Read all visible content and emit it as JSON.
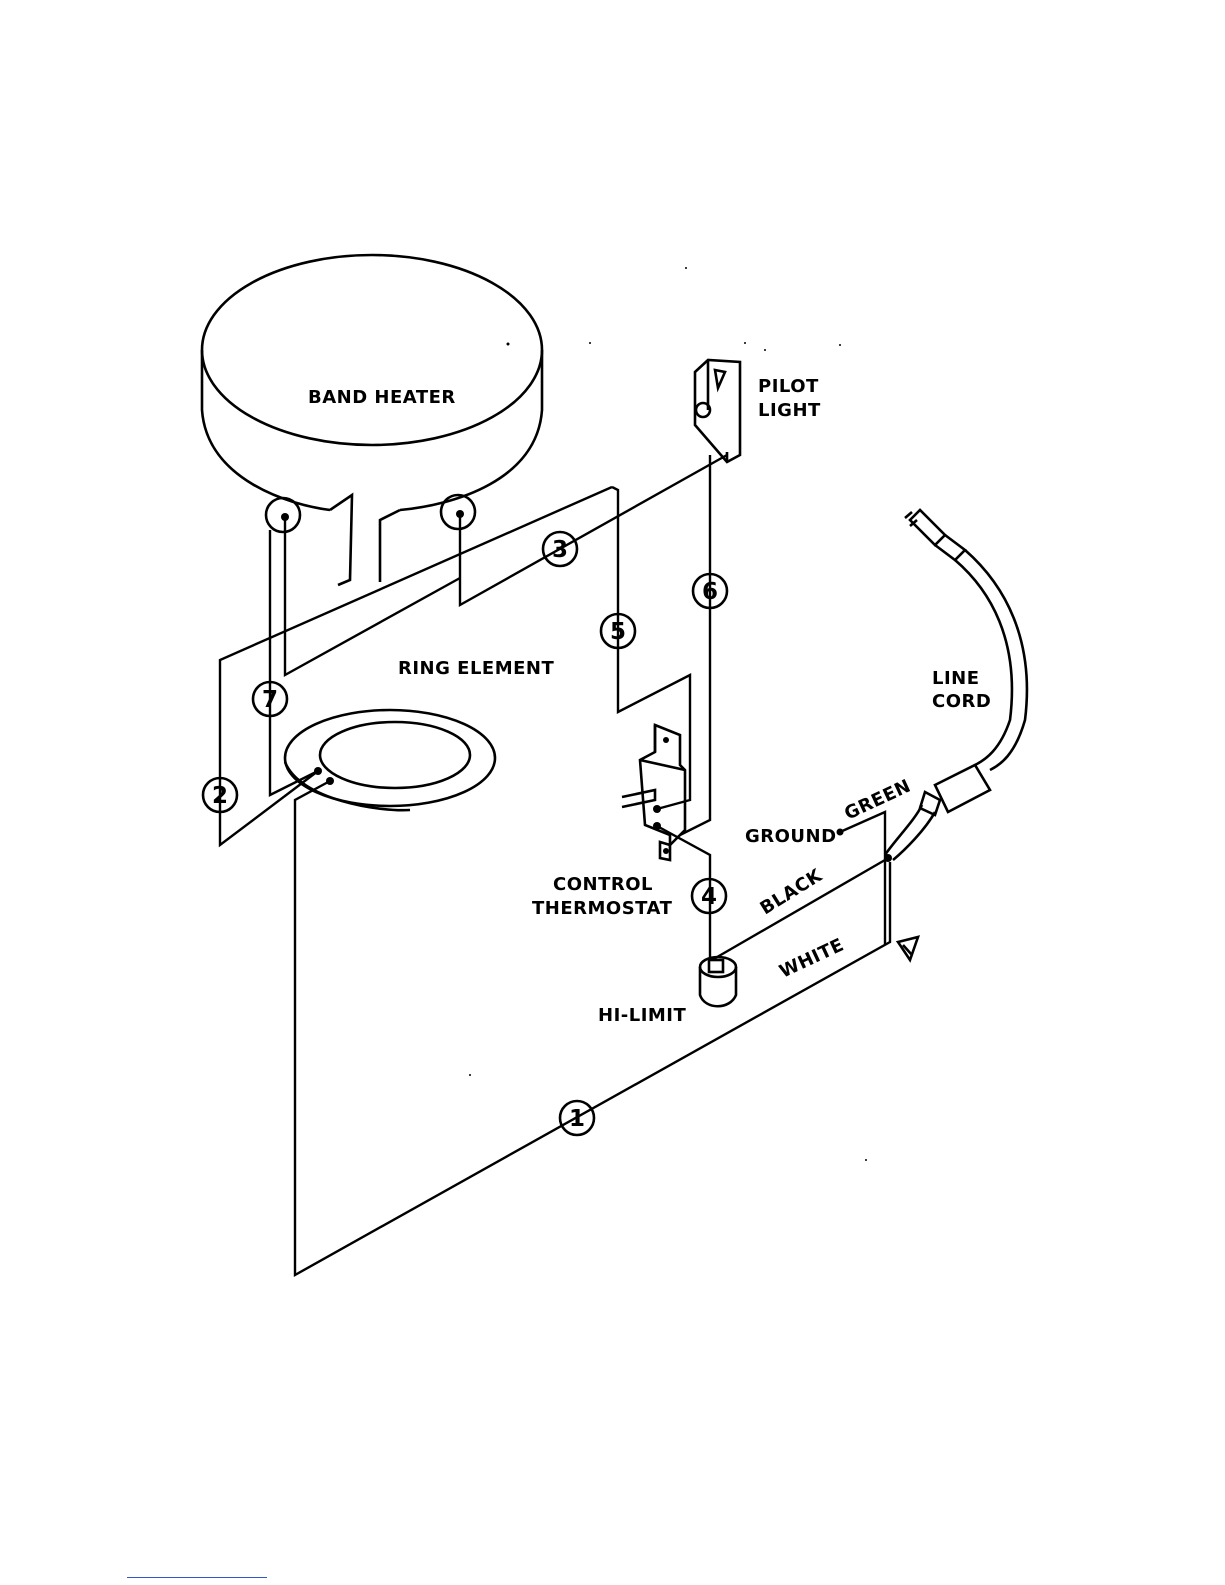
{
  "labels": {
    "band_heater": "BAND HEATER",
    "pilot_light_1": "PILOT",
    "pilot_light_2": "LIGHT",
    "ring_element": "RING ELEMENT",
    "line_cord_1": "LINE",
    "line_cord_2": "CORD",
    "ground": "GROUND",
    "green": "GREEN",
    "control_thermostat_1": "CONTROL",
    "control_thermostat_2": "THERMOSTAT",
    "black": "BLACK",
    "white": "WHITE",
    "hi_limit": "HI-LIMIT"
  },
  "wire_numbers": {
    "w1": "1",
    "w2": "2",
    "w3": "3",
    "w4": "4",
    "w5": "5",
    "w6": "6",
    "w7": "7"
  }
}
